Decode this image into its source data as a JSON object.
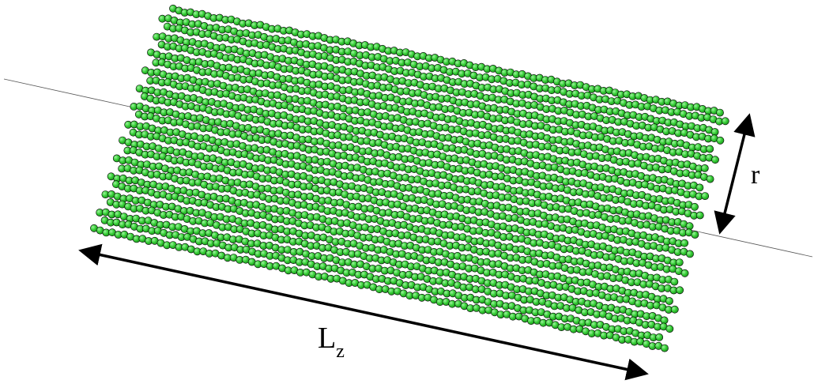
{
  "labels": {
    "radius": "r",
    "length": "L",
    "length_subscript": "z"
  },
  "colors": {
    "sphere_fill": "#33cc33",
    "sphere_highlight": "#9cf29c",
    "sphere_outline": "#000000",
    "axis_line": "#555555",
    "arrow": "#000000",
    "background": "#ffffff"
  }
}
